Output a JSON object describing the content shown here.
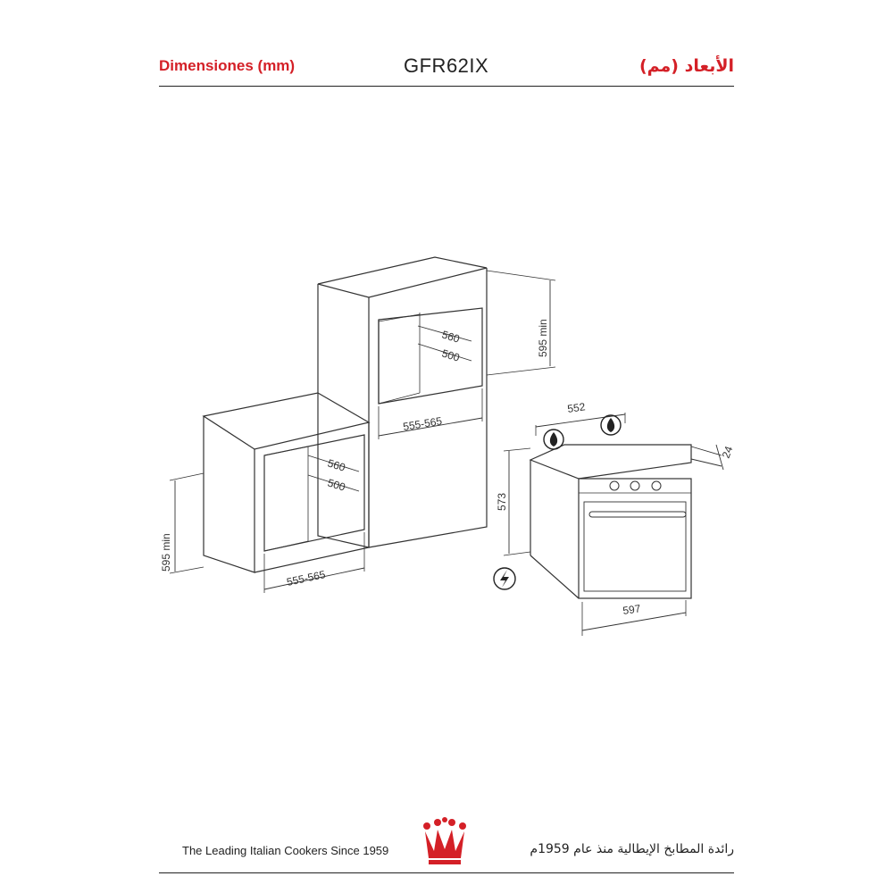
{
  "header": {
    "title_left": "Dimensiones (mm)",
    "model": "GFR62IX",
    "title_right": "الأبعاد (مم)"
  },
  "drawing": {
    "tall_cabinet": {
      "depth_outer": "560",
      "depth_inner": "500",
      "height_min": "595 min",
      "width": "555-565"
    },
    "low_cabinet": {
      "depth_outer": "560",
      "depth_inner": "500",
      "height_min": "595 min",
      "width": "555-565"
    },
    "oven": {
      "top_width": "552",
      "front_depth": "24",
      "height": "573",
      "width": "597"
    },
    "icons": [
      "gas-flame-icon",
      "gas-flame-icon",
      "electric-power-icon"
    ]
  },
  "footer": {
    "tagline_en": "The Leading Italian Cookers Since 1959",
    "tagline_ar": "رائدة المطابخ الإيطالية منذ عام 1959م",
    "brand_color": "#d42027"
  }
}
